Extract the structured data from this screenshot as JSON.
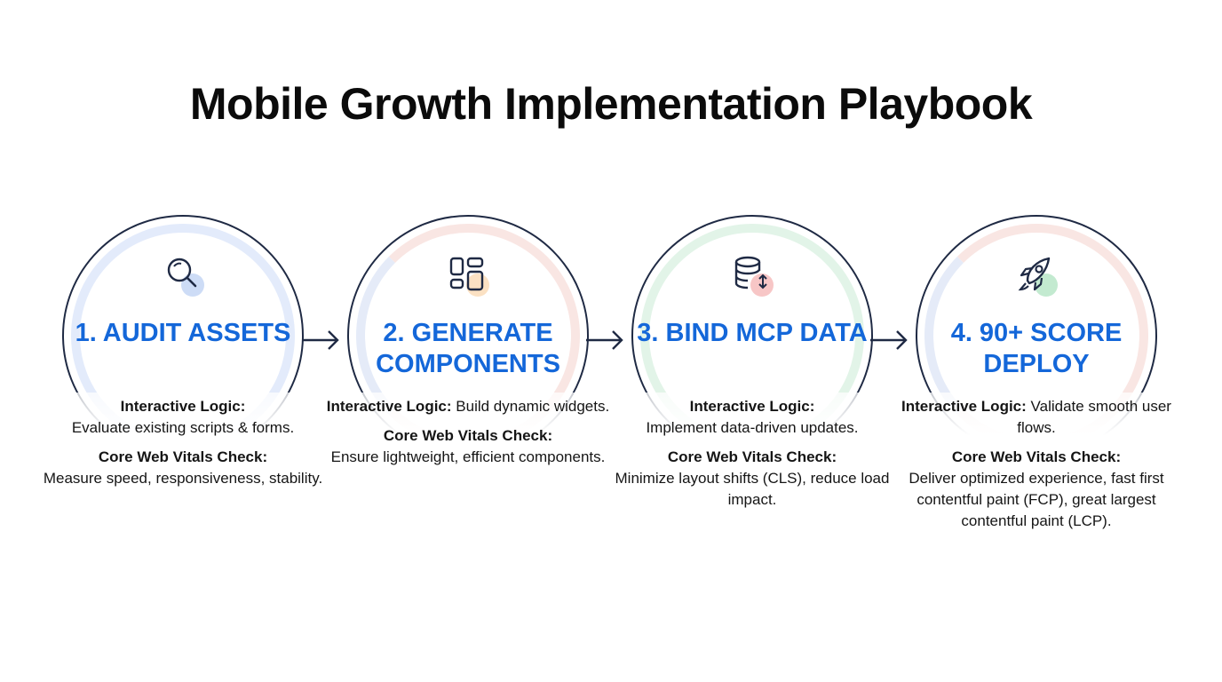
{
  "title": "Mobile Growth Implementation Playbook",
  "steps": [
    {
      "heading": "1. AUDIT ASSETS",
      "icon": "search-icon",
      "accent": "#c9d8f5",
      "logic_label": "Interactive Logic:",
      "logic_text": "Evaluate existing scripts & forms.",
      "cwv_label": "Core Web Vitals Check:",
      "cwv_text": "Measure speed, responsiveness, stability."
    },
    {
      "heading": "2. GENERATE COMPONENTS",
      "icon": "layout-grid-icon",
      "accent": "#fbe3c6",
      "logic_label": "Interactive Logic:",
      "logic_text": "Build dynamic widgets.",
      "cwv_label": "Core Web Vitals Check:",
      "cwv_text": "Ensure lightweight, efficient components."
    },
    {
      "heading": "3. BIND MCP DATA",
      "icon": "database-sync-icon",
      "accent": "#f7c9c9",
      "logic_label": "Interactive Logic:",
      "logic_text": "Implement data-driven updates.",
      "cwv_label": "Core Web Vitals Check:",
      "cwv_text": "Minimize layout shifts (CLS), reduce load impact."
    },
    {
      "heading": "4. 90+ SCORE DEPLOY",
      "icon": "rocket-icon",
      "accent": "#c6ecd2",
      "logic_label": "Interactive Logic:",
      "logic_text": "Validate smooth user flows.",
      "cwv_label": "Core Web Vitals Check:",
      "cwv_text": "Deliver optimized experience, fast first contentful paint (FCP), great largest contentful paint (LCP)."
    }
  ],
  "colors": {
    "heading_blue": "#1467d9",
    "outline": "#1f2a44"
  }
}
